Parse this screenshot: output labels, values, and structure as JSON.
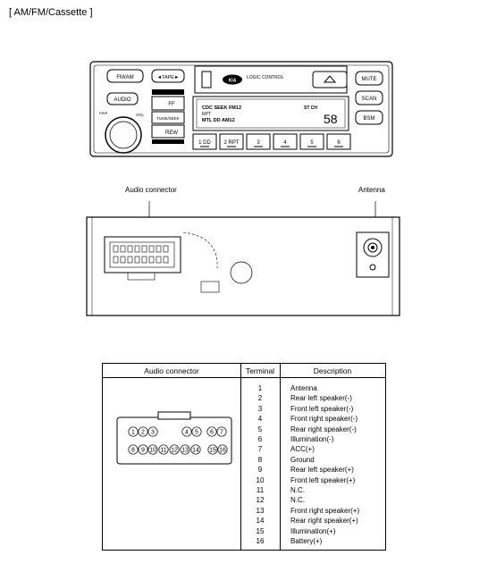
{
  "title": "[ AM/FM/Cassette ]",
  "radio": {
    "buttons": {
      "fm_am": "FM/AM",
      "tape": "◄TAPE►",
      "audio": "AUDIO",
      "ff": "FF",
      "tune_seek": "TUNE/SEEK",
      "rew": "REW",
      "mute": "MUTE",
      "scan": "SCAN",
      "bsm": "BSM",
      "vol": "VOL",
      "pwr": "PWR",
      "presets": [
        "1 DD",
        "2 RPT",
        "3",
        "4",
        "5",
        "6"
      ]
    },
    "cassette": {
      "brand": "KIA",
      "label": "LOGIC CONTROL"
    },
    "display": {
      "line1": "CDC SEEK FM12",
      "line2": "RPT",
      "line3": "MTL DD AM12",
      "indicators": "ST CH",
      "freq": "58"
    }
  },
  "rear": {
    "audio_connector_label": "Audio connector",
    "antenna_label": "Antenna"
  },
  "table": {
    "headers": {
      "connector": "Audio connector",
      "terminal": "Terminal",
      "description": "Description"
    },
    "connector_pins": {
      "row1": [
        "1",
        "2",
        "3",
        "4",
        "5",
        "6",
        "7"
      ],
      "row2": [
        "8",
        "9",
        "10",
        "11",
        "12",
        "13",
        "14",
        "15",
        "16"
      ]
    },
    "rows": [
      {
        "terminal": "1",
        "description": "Antenna"
      },
      {
        "terminal": "2",
        "description": "Rear left speaker(-)"
      },
      {
        "terminal": "3",
        "description": "Front left speaker(-)"
      },
      {
        "terminal": "4",
        "description": "Front right speaker(-)"
      },
      {
        "terminal": "5",
        "description": "Rear right speaker(-)"
      },
      {
        "terminal": "6",
        "description": "Illumination(-)"
      },
      {
        "terminal": "7",
        "description": "ACC(+)"
      },
      {
        "terminal": "8",
        "description": "Ground"
      },
      {
        "terminal": "9",
        "description": "Rear left speaker(+)"
      },
      {
        "terminal": "10",
        "description": "Front left speaker(+)"
      },
      {
        "terminal": "11",
        "description": "N.C."
      },
      {
        "terminal": "12",
        "description": "N.C."
      },
      {
        "terminal": "13",
        "description": "Front right speaker(+)"
      },
      {
        "terminal": "14",
        "description": "Rear right speaker(+)"
      },
      {
        "terminal": "15",
        "description": "Illumination(+)"
      },
      {
        "terminal": "16",
        "description": "Battery(+)"
      }
    ]
  }
}
